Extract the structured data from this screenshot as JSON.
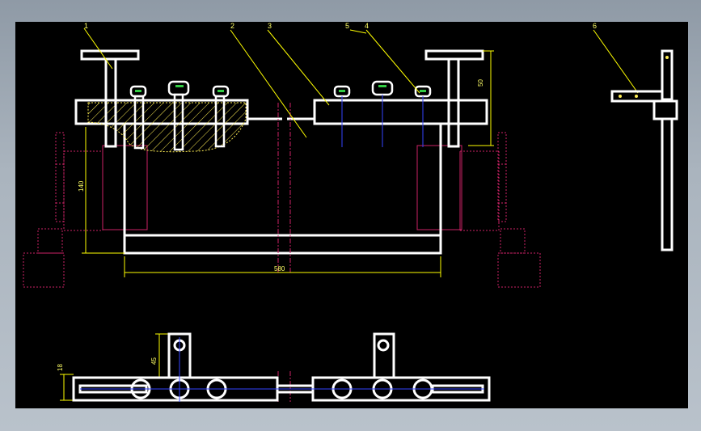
{
  "drawing": {
    "part_labels": [
      "1",
      "2",
      "3",
      "5",
      "4",
      "6"
    ],
    "dimensions": {
      "top_right_height": "50",
      "left_height": "140",
      "bottom_width": "580",
      "plan_height_left": "18",
      "plan_height_mid": "45"
    }
  },
  "colors": {
    "background": "#000000",
    "outline": "#ffffff",
    "dimension": "#ffff00",
    "support": "#cc2266",
    "hatch": "#ffee55",
    "center_line": "#3344ff",
    "fastener": "#33cc44"
  }
}
